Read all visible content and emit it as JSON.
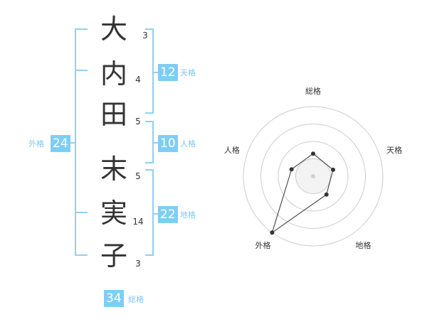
{
  "name": {
    "characters": [
      {
        "char": "大",
        "strokes": "3"
      },
      {
        "char": "内",
        "strokes": "4"
      },
      {
        "char": "田",
        "strokes": "5"
      },
      {
        "char": "末",
        "strokes": "5"
      },
      {
        "char": "実",
        "strokes": "14"
      },
      {
        "char": "子",
        "strokes": "3"
      }
    ]
  },
  "fortunes": {
    "tenkaku": {
      "value": "12",
      "label": "天格"
    },
    "jinkaku": {
      "value": "10",
      "label": "人格"
    },
    "chikaku": {
      "value": "22",
      "label": "地格"
    },
    "gaikaku": {
      "value": "24",
      "label": "外格"
    },
    "soukaku": {
      "value": "34",
      "label": "総格"
    }
  },
  "colors": {
    "accent": "#7fcdf4",
    "bracket": "#8fd0f2"
  },
  "chart_data": {
    "type": "radar",
    "axes": [
      "総格",
      "天格",
      "地格",
      "外格",
      "人格"
    ],
    "values": [
      1.3,
      1.2,
      1.3,
      4.0,
      1.3
    ],
    "rings": 4,
    "range": [
      0,
      4
    ]
  }
}
